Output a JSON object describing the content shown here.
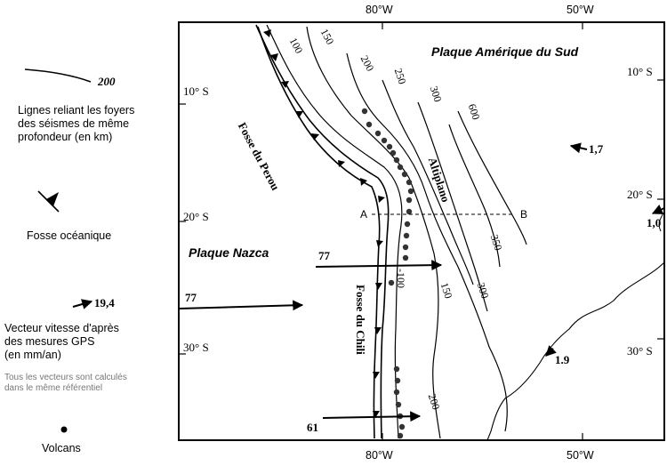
{
  "map": {
    "top_longitudes": [
      "80°W",
      "50°W"
    ],
    "bottom_longitudes": [
      "80°W",
      "50°W"
    ],
    "left_latitudes": [
      "10° S",
      "20° S",
      "30° S"
    ],
    "right_latitudes": [
      "10° S",
      "20° S",
      "30° S"
    ],
    "plate_south_america": "Plaque Amérique du Sud",
    "plate_nazca": "Plaque Nazca",
    "trench_peru": "Fosse du Perou",
    "trench_chile": "Fosse du Chili",
    "altiplano": "Altiplano",
    "depth_contours": [
      "100",
      "150",
      "200",
      "250",
      "300",
      "600",
      "350",
      "300",
      "150",
      "-100",
      "200"
    ],
    "section_a": "A",
    "section_b": "B",
    "vectors": [
      {
        "value": "77",
        "location": "Plaque Nazca, open ocean"
      },
      {
        "value": "77",
        "location": "Plaque Nazca near trench"
      },
      {
        "value": "61",
        "location": "Southern Nazca"
      },
      {
        "value": "1,7",
        "location": "Plaque Amérique du Sud"
      },
      {
        "value": "1,0",
        "location": "East coast"
      },
      {
        "value": "1.9",
        "location": "Atlantic coast"
      }
    ],
    "colors": {
      "lines": "#000000",
      "background": "#ffffff"
    }
  },
  "legend": {
    "contour_sample_value": "200",
    "contour_label": [
      "Lignes reliant les foyers",
      "des séismes de même",
      "profondeur (en km)"
    ],
    "trench_label": "Fosse océanique",
    "vector_sample_value": "19,4",
    "vector_label": [
      "Vecteur vitesse d'après",
      "des mesures GPS",
      "(en mm/an)"
    ],
    "vector_note": [
      "Tous les vecteurs sont calculés",
      "dans le même référentiel"
    ],
    "volcano_label": "Volcans"
  }
}
